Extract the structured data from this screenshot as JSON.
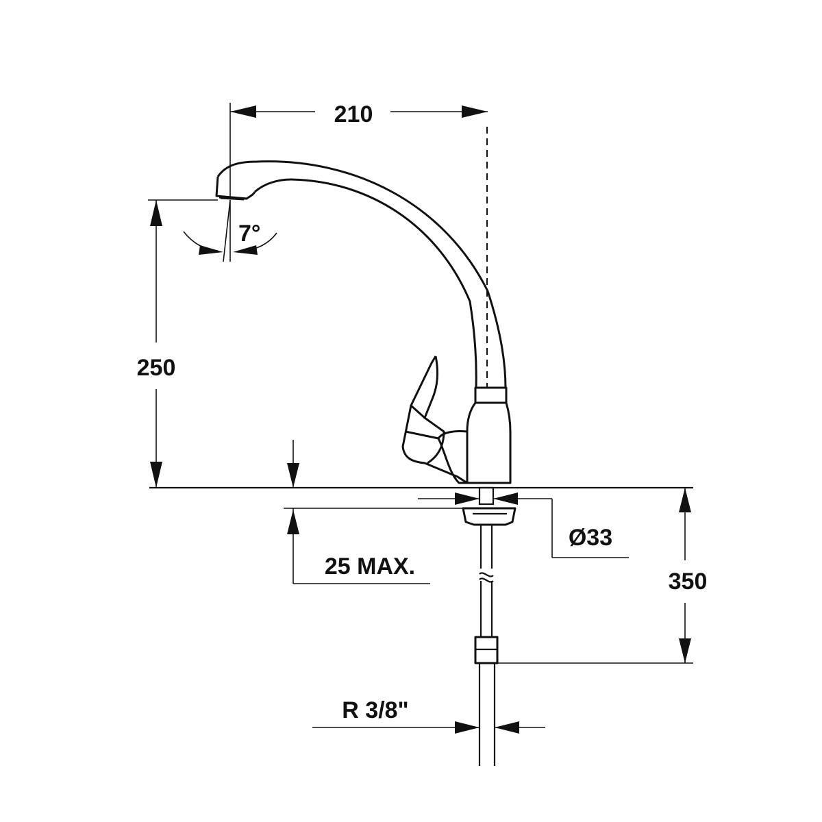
{
  "colors": {
    "line": "#111111",
    "background": "#ffffff"
  },
  "dimensions": {
    "spout_reach": "210",
    "spout_height": "250",
    "swivel_angle": "7°",
    "base_diameter": "Ø33",
    "max_deck_thickness": "25 MAX.",
    "hose_length": "350",
    "connection_thread": "R 3/8\""
  }
}
